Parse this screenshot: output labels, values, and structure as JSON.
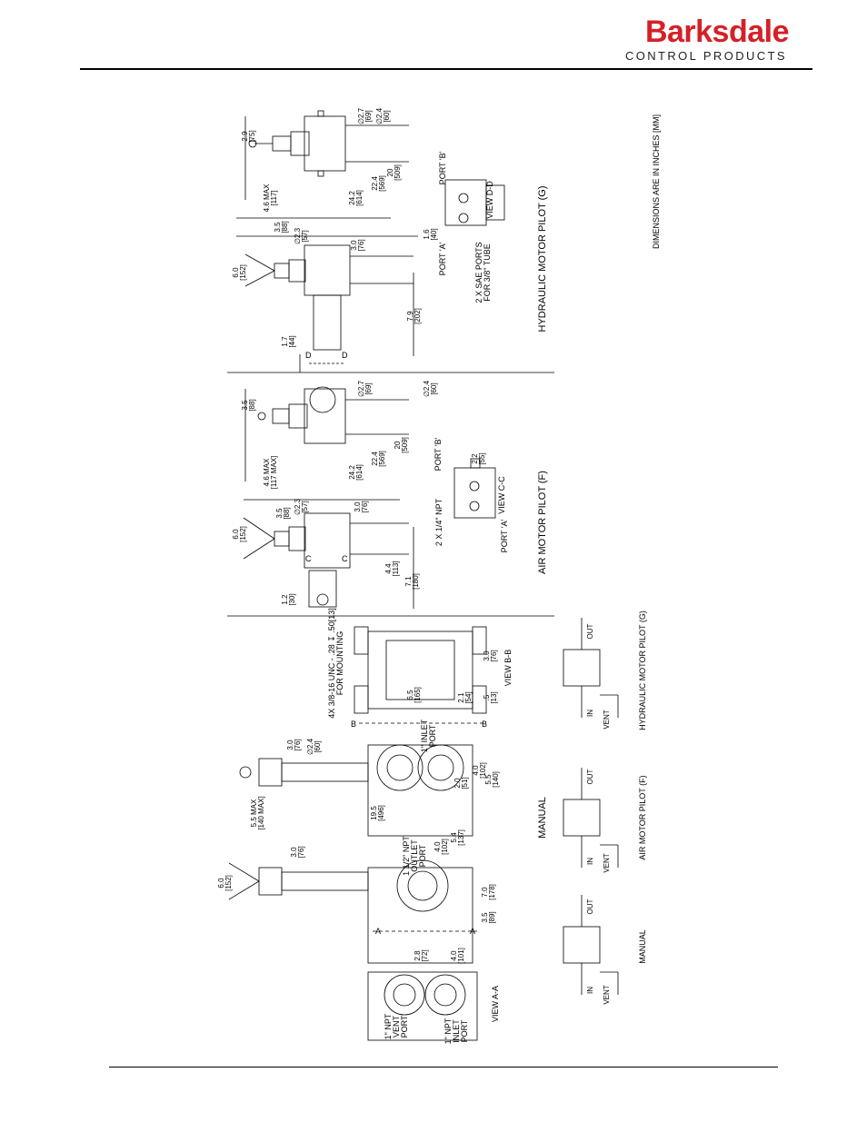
{
  "header": {
    "brand": "Barksdale",
    "subbrand": "CONTROL PRODUCTS",
    "brand_color": "#d62027"
  },
  "drawing": {
    "note": "DIMENSIONS ARE IN INCHES [MM]",
    "sections": {
      "hydraulic": "HYDRAULIC MOTOR PILOT (G)",
      "air": "AIR MOTOR PILOT (F)",
      "manual": "MANUAL"
    },
    "views": {
      "dd": "VIEW D-D",
      "cc": "VIEW C-C",
      "bb": "VIEW B-B",
      "aa": "VIEW A-A"
    },
    "callouts": {
      "port_a": "PORT 'A'",
      "port_b": "PORT 'B'",
      "sae_ports_1": "2 X SAE PORTS",
      "sae_ports_2": "FOR 3/8\" TUBE",
      "npt_ports": "2 X 1/4\" NPT",
      "mount_1": "4X 3/8-16 UNC - .28 ↧ .50[13]",
      "mount_2": "FOR MOUNTING",
      "inlet_1": "1\" INLET",
      "inlet_2": "PORT",
      "outlet_1": "1 1/2\" NPT",
      "outlet_2": "OUTLET",
      "outlet_3": "PORT",
      "vent_1": "1\" NPT",
      "vent_2": "VENT",
      "vent_3": "PORT",
      "inlet_b1": "1\" NPT",
      "inlet_b2": "INLET",
      "inlet_b3": "PORT"
    },
    "section_marks": {
      "d": "D",
      "c": "C",
      "b": "B",
      "a": "A"
    },
    "dimensions": {
      "h_29": "2.9",
      "h_29mm": "[75]",
      "h_27": "∅2.7",
      "h_27mm": "[69]",
      "h_24": "∅2.4",
      "h_24mm": "[60]",
      "h_46": "4.6  MAX",
      "h_46mm": "[117]",
      "h_242": "24.2",
      "h_242mm": "[614]",
      "h_224": "22.4",
      "h_224mm": "[569]",
      "h_20": "20",
      "h_20mm": "[509]",
      "h_60": "6.0",
      "h_60mm": "[152]",
      "h_35": "3.5",
      "h_35mm": "[88]",
      "h_23": "∅2.3",
      "h_23mm": "[57]",
      "h_30": "3.0",
      "h_30mm": "[76]",
      "h_17": "1.7",
      "h_17mm": "[44]",
      "h_79": "7.9",
      "h_79mm": "[202]",
      "h_16": "1.6",
      "h_16mm": "[40]",
      "a_35": "3.5",
      "a_35mm": "[88]",
      "a_27": "∅2.7",
      "a_27mm": "[69]",
      "a_24": "∅2.4",
      "a_24mm": "[60]",
      "a_46": "4.6 MAX",
      "a_46mm": "[117 MAX]",
      "a_242": "24.2",
      "a_242mm": "[614]",
      "a_224": "22.4",
      "a_224mm": "[569]",
      "a_20": "20",
      "a_20mm": "[509]",
      "a_22": "2.2",
      "a_22mm": "[55]",
      "a_60": "6.0",
      "a_60mm": "[152]",
      "a_35b": "3.5",
      "a_35bmm": "[88]",
      "a_23": "∅2.3",
      "a_23mm": "[57]",
      "a_30": "3.0",
      "a_30mm": "[76]",
      "a_12": "1.2",
      "a_12mm": "[30]",
      "a_44": "4.4",
      "a_44mm": "[113]",
      "a_71": "7.1",
      "a_71mm": "[180]",
      "m_30": "3.0",
      "m_30mm": "[76]",
      "m_24": "∅2.4",
      "m_24mm": "[60]",
      "m_55": "5.5 MAX",
      "m_55mm": "[140 MAX]",
      "m_195": "19.5",
      "m_195mm": "[496]",
      "m_20": "2.0",
      "m_20mm": "[51]",
      "m_40": "4.0",
      "m_40mm": "[102]",
      "m_55b": "5.5",
      "m_55bmm": "[140]",
      "m_65": "6.5",
      "m_65mm": "[165]",
      "m_21": "2.1",
      "m_21mm": "[54]",
      "m_5": ".5",
      "m_5mm": "[13]",
      "m_30b": "3.0",
      "m_30bmm": "[76]",
      "f_60": "6.0",
      "f_60mm": "[152]",
      "f_30": "3.0",
      "f_30mm": "[76]",
      "f_40": "4.0",
      "f_40mm": "[102]",
      "f_54": "5.4",
      "f_54mm": "[137]",
      "f_70": "7.0",
      "f_70mm": "[178]",
      "f_35": "3.5",
      "f_35mm": "[89]",
      "v_28": "2.8",
      "v_28mm": "[72]",
      "v_40": "4.0",
      "v_40mm": "[101]"
    },
    "schematics": {
      "hyd_label": "HYDRAULIC MOTOR PILOT (G)",
      "air_label": "AIR MOTOR PILOT (F)",
      "man_label": "MANUAL",
      "out": "OUT",
      "in": "IN",
      "vent": "VENT"
    }
  }
}
